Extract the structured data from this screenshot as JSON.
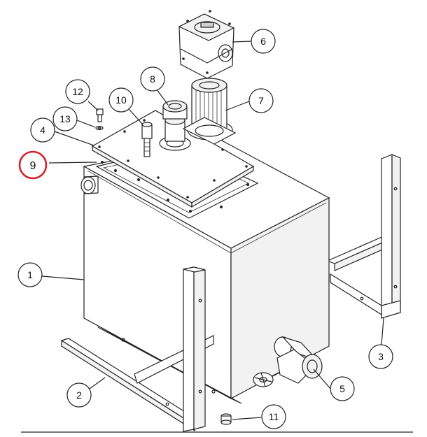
{
  "callouts": [
    {
      "id": "1",
      "label": "1"
    },
    {
      "id": "2",
      "label": "2"
    },
    {
      "id": "3",
      "label": "3"
    },
    {
      "id": "4",
      "label": "4"
    },
    {
      "id": "5",
      "label": "5"
    },
    {
      "id": "6",
      "label": "6"
    },
    {
      "id": "7",
      "label": "7"
    },
    {
      "id": "8",
      "label": "8"
    },
    {
      "id": "9",
      "label": "9",
      "highlighted": true
    },
    {
      "id": "10",
      "label": "10"
    },
    {
      "id": "11",
      "label": "11"
    },
    {
      "id": "12",
      "label": "12"
    },
    {
      "id": "13",
      "label": "13"
    }
  ],
  "colors": {
    "line": "#222222",
    "highlight": "#d2232a",
    "background": "#ffffff"
  }
}
